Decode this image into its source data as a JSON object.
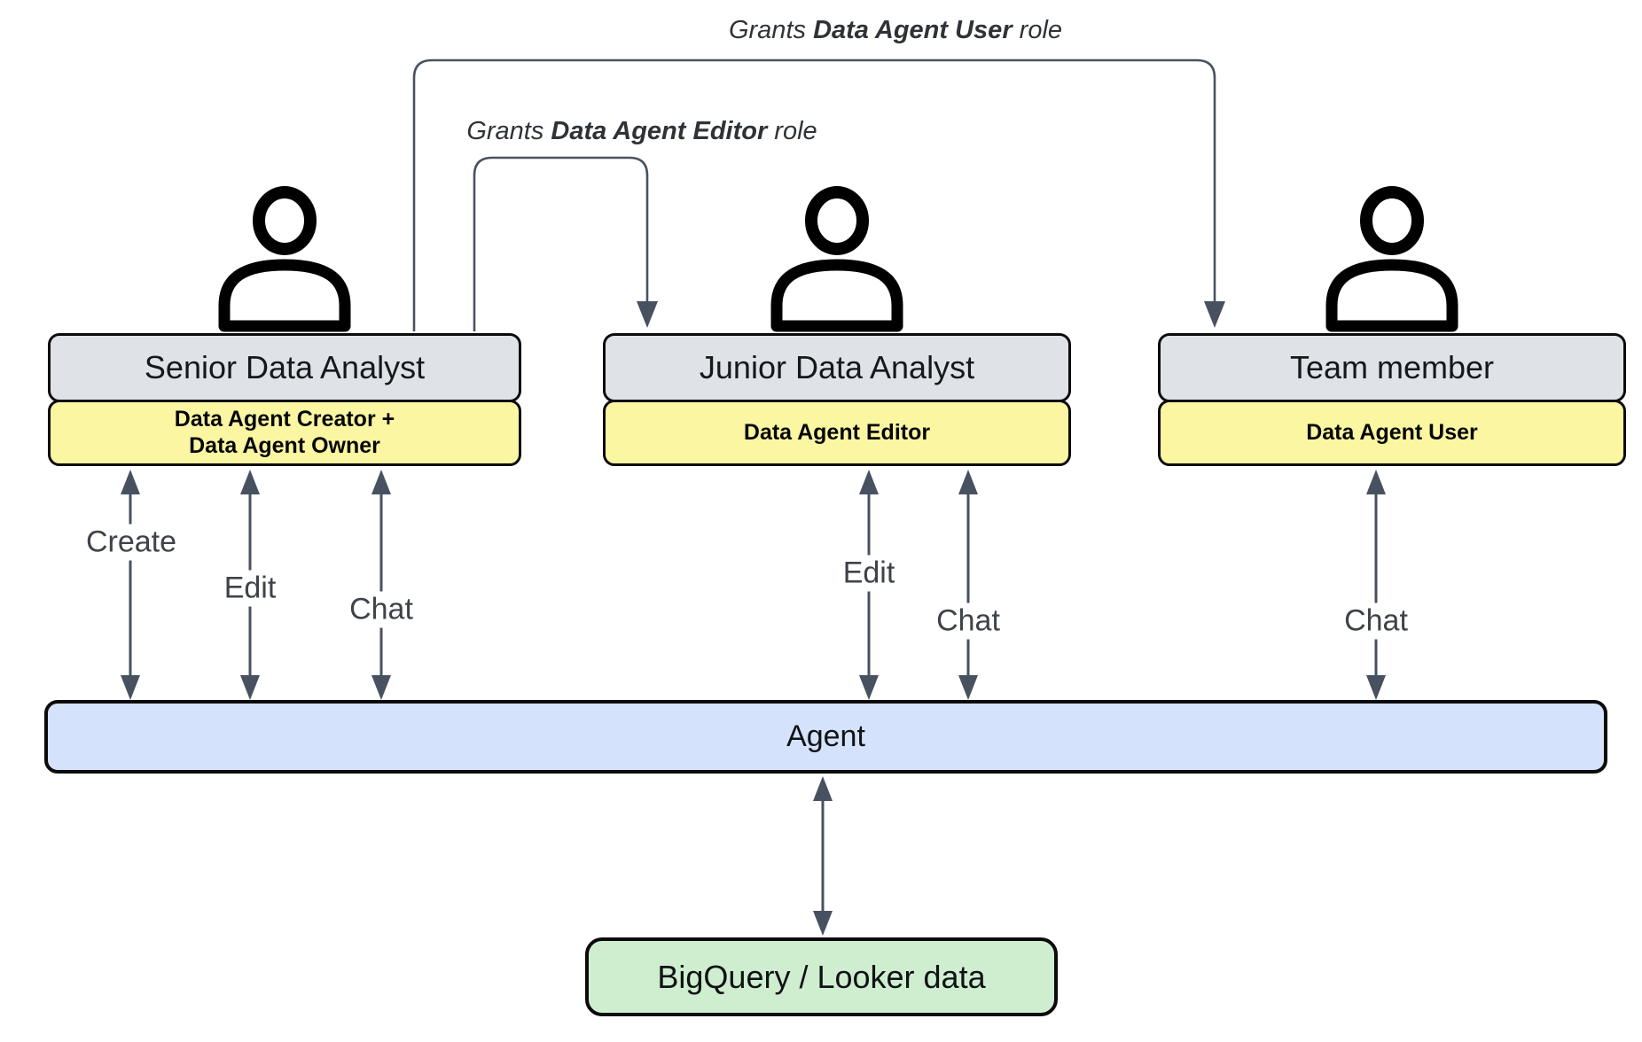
{
  "annotations": {
    "grant_user": {
      "prefix": "Grants ",
      "role": "Data Agent User",
      "suffix": " role"
    },
    "grant_editor": {
      "prefix": "Grants ",
      "role": "Data Agent Editor",
      "suffix": " role"
    }
  },
  "people": [
    {
      "title": "Senior Data Analyst",
      "badge_line1": "Data Agent Creator +",
      "badge_line2": "Data Agent Owner"
    },
    {
      "title": "Junior Data Analyst",
      "badge_line1": "Data Agent Editor",
      "badge_line2": ""
    },
    {
      "title": "Team member",
      "badge_line1": "Data Agent User",
      "badge_line2": ""
    }
  ],
  "actions": {
    "senior": [
      "Create",
      "Edit",
      "Chat"
    ],
    "junior": [
      "Edit",
      "Chat"
    ],
    "team": [
      "Chat"
    ]
  },
  "agent": {
    "label": "Agent"
  },
  "datastore": {
    "label": "BigQuery / Looker data"
  },
  "colors": {
    "person_box": "#dfe3e8",
    "role_badge": "#fbf6a2",
    "agent_bar": "#d5e2fb",
    "datastore_box": "#cfeed0",
    "arrow": "#485160",
    "border": "#0b0b0b"
  }
}
